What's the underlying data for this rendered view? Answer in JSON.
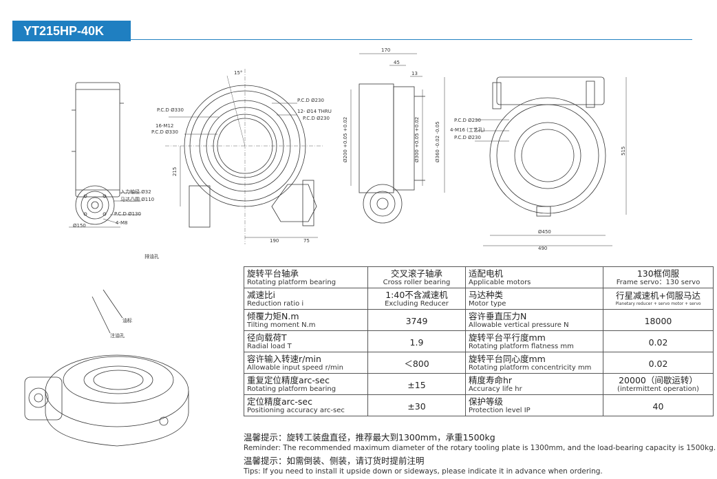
{
  "header": {
    "model": "YT215HP-40K"
  },
  "drawing": {
    "front": {
      "pcd_330_a": "P.C.D Ø330",
      "m12": "16-M12",
      "pcd_330_b": "P.C.D Ø330",
      "shaft": "入力轴径 Ø32",
      "boss": "马达凸圆 Ø110",
      "pcd_130": "P.C.D Ø130",
      "m8": "4-M8",
      "d150": "Ø150"
    },
    "top": {
      "angle": "15°",
      "pcd_230_a": "P.C.D Ø230",
      "thru": "12- Ø14 THRU",
      "pcd_230_b": "P.C.D Ø230",
      "h215": "215",
      "w190": "190",
      "w75": "75"
    },
    "side": {
      "w170": "170",
      "w45": "45",
      "w13": "13",
      "d200": "Ø200 +0.05 +0.02",
      "d300": "Ø300 +0.05 +0.02",
      "d360": "Ø360 -0.02 -0.05"
    },
    "rear": {
      "pcd_230_a": "P.C.D Ø230",
      "m16": "4-M16 (工艺孔)",
      "pcd_230_b": "P.C.D Ø230",
      "h515": "515",
      "d450": "Ø450",
      "w490": "490"
    },
    "oil": {
      "drain": "排油孔",
      "mark": "油标",
      "fill": "注油孔"
    }
  },
  "specs": [
    [
      {
        "cn": "旋转平台轴承",
        "en": "Rotating platform bearing"
      },
      {
        "cn": "交叉滚子轴承",
        "en": "Cross roller bearing"
      },
      {
        "cn": "适配电机",
        "en": "Applicable motors"
      },
      {
        "cn": "130框伺服",
        "en": "Frame servo：130 servo"
      }
    ],
    [
      {
        "cn": "减速比i",
        "en": "Reduction ratio i"
      },
      {
        "cn": "1:40不含减速机",
        "en": "Excluding Reducer"
      },
      {
        "cn": "马达种类",
        "en": "Motor type"
      },
      {
        "cn": "行星减速机+伺服马达",
        "tiny": "Planetary reducer + servo motor + servo"
      }
    ],
    [
      {
        "cn": "倾覆力矩N.m",
        "en": "Tilting moment N.m"
      },
      {
        "solo": "3749"
      },
      {
        "cn": "容许垂直压力N",
        "en": "Allowable vertical pressure N"
      },
      {
        "solo": "18000"
      }
    ],
    [
      {
        "cn": "径向载荷T",
        "en": "Radial load T"
      },
      {
        "solo": "1.9"
      },
      {
        "cn": "旋转平台平行度mm",
        "en": "Rotating platform flatness mm"
      },
      {
        "solo": "0.02"
      }
    ],
    [
      {
        "cn": "容许输入转速r/min",
        "en": "Allowable input speed r/min"
      },
      {
        "solo": "＜800"
      },
      {
        "cn": "旋转平台同心度mm",
        "en": "Rotating platform concentricity mm"
      },
      {
        "solo": "0.02"
      }
    ],
    [
      {
        "cn": "重复定位精度arc-sec",
        "en": "Rotating platform bearing"
      },
      {
        "solo": "±15"
      },
      {
        "cn": "精度寿命hr",
        "en": "Accuracy life hr"
      },
      {
        "cn": "20000（间歇运转）",
        "en": "(intermittent operation)"
      }
    ],
    [
      {
        "cn": "定位精度arc-sec",
        "en": "Positioning accuracy arc-sec"
      },
      {
        "solo": "±30"
      },
      {
        "cn": "保护等级",
        "en": "Protection level IP"
      },
      {
        "solo": "40"
      }
    ]
  ],
  "notes": [
    {
      "cn": "温馨提示：旋转工装盘直径，推荐最大到1300mm，承重1500kg",
      "en": "Reminder: The recommended maximum diameter of the rotary tooling plate is 1300mm, and the load-bearing capacity is 1500kg."
    },
    {
      "cn": "温馨提示：如需倒装、侧装，请订货时提前注明",
      "en": "Tips: If you need to install it upside down or sideways, please indicate it in advance when ordering."
    }
  ]
}
